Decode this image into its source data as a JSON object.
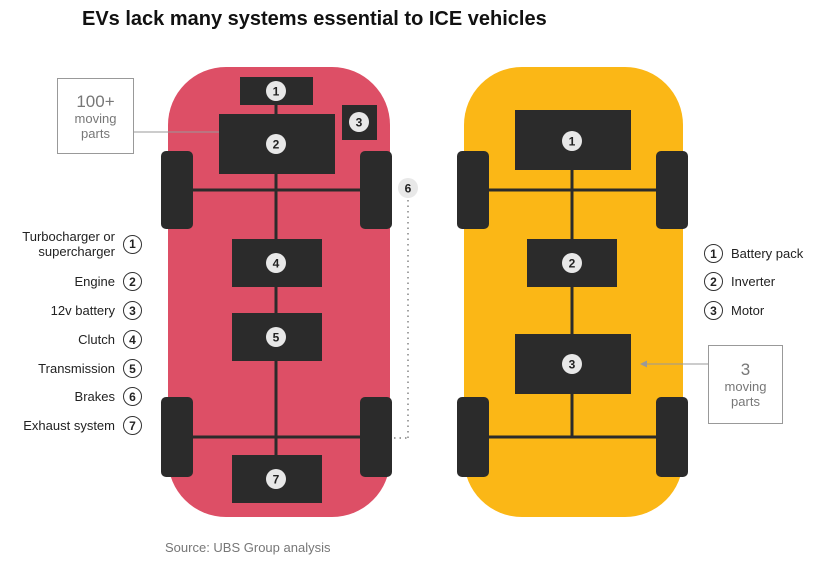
{
  "title": "EVs lack many systems essential to ICE vehicles",
  "source": "Source: UBS Group analysis",
  "colors": {
    "ice_body": "#dd4f66",
    "ev_body": "#fbb716",
    "component": "#2b2b2b",
    "axle": "#2b2b2b"
  },
  "ice": {
    "callout": {
      "count": "100+",
      "line1": "moving",
      "line2": "parts"
    },
    "components": [
      "1",
      "2",
      "3",
      "4",
      "5",
      "6",
      "7"
    ],
    "legend": [
      {
        "num": "1",
        "label_line1": "Turbocharger or",
        "label_line2": "supercharger"
      },
      {
        "num": "2",
        "label_line1": "Engine",
        "label_line2": ""
      },
      {
        "num": "3",
        "label_line1": "12v battery",
        "label_line2": ""
      },
      {
        "num": "4",
        "label_line1": "Clutch",
        "label_line2": ""
      },
      {
        "num": "5",
        "label_line1": "Transmission",
        "label_line2": ""
      },
      {
        "num": "6",
        "label_line1": "Brakes",
        "label_line2": ""
      },
      {
        "num": "7",
        "label_line1": "Exhaust system",
        "label_line2": ""
      }
    ]
  },
  "ev": {
    "callout": {
      "count": "3",
      "line1": "moving",
      "line2": "parts"
    },
    "components": [
      "1",
      "2",
      "3"
    ],
    "legend": [
      {
        "num": "1",
        "label": "Battery pack"
      },
      {
        "num": "2",
        "label": "Inverter"
      },
      {
        "num": "3",
        "label": "Motor"
      }
    ]
  }
}
